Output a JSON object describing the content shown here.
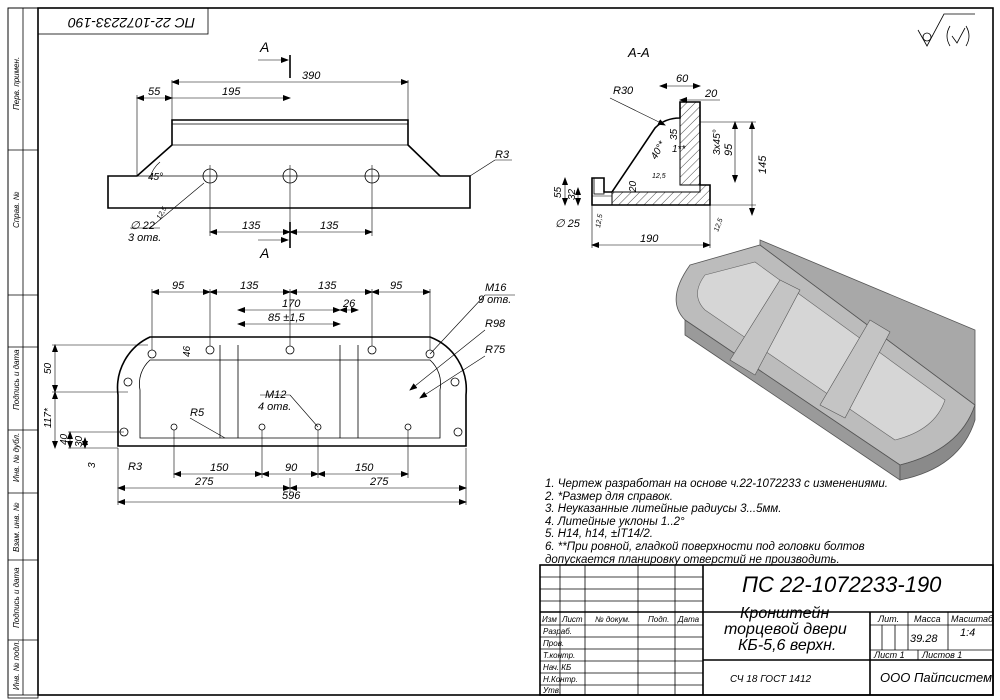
{
  "stamp_top": "ПС 22-1072233-190",
  "side_labels": [
    "Перв. примен.",
    "Справ. №",
    "Подпись и дата",
    "Инв. № дубл.",
    "Взам. инв. №",
    "Подпись и дата",
    "Инв. № подл."
  ],
  "top_view": {
    "section_marker": "A",
    "dims": {
      "overall": "390",
      "left_offset": "55",
      "to_center": "195",
      "pitch_left": "135",
      "pitch_right": "135",
      "angle": "45°",
      "fillet": "R3",
      "hole_diameter": "∅ 22",
      "hole_count": "3 отв.",
      "roughness": "12,5"
    }
  },
  "section_view": {
    "title": "A-A",
    "dims": {
      "width_top": "60",
      "width_inner": "20",
      "radius": "R30",
      "height_35": "35",
      "chamfer": "3x45°",
      "height_95": "95",
      "height_145": "145",
      "angle_40": "40°*",
      "ref_1": "1**",
      "rough_1": "12,5",
      "wall_20": "20",
      "height_55": "55",
      "height_32": "32",
      "hole_d": "∅ 25",
      "rough_2": "12,5",
      "rough_3": "12,5",
      "base_190": "190"
    }
  },
  "plan_view": {
    "dims": {
      "d95_l": "95",
      "d135_l": "135",
      "d135_r": "135",
      "d95_r": "95",
      "d170": "170",
      "d26": "26",
      "d85": "85 ±1,5",
      "d46": "46",
      "d50": "50",
      "d117": "117*",
      "d40": "40",
      "d30": "30",
      "d3": "3",
      "thread": "M16",
      "thread_count": "9 отв.",
      "r98": "R98",
      "r75": "R75",
      "r5": "R5",
      "m12": "M12",
      "m12_count": "4 отв.",
      "r3": "R3",
      "d150_l": "150",
      "d90": "90",
      "d150_r": "150",
      "d275_l": "275",
      "d275_r": "275",
      "d596": "596"
    }
  },
  "notes": [
    "1. Чертеж разработан на основе ч.22-1072233 с изменениями.",
    "2. *Размер для справок.",
    "3. Неуказанные литейные радиусы 3...5мм.",
    "4. Литейные уклоны 1..2°",
    "5. H14, h14, ±IT14/2.",
    "6. **При ровной, гладкой поверхности под головки болтов",
    "допускается планировку отверстий не производить."
  ],
  "title_block": {
    "designation": "ПС 22-1072233-190",
    "name_lines": [
      "Кронштейн",
      "торцевой двери",
      "КБ-5,6 верхн."
    ],
    "col_headers": [
      "Изм",
      "Лист",
      "№ докум.",
      "Подп.",
      "Дата"
    ],
    "roles": [
      "Разраб.",
      "Пров.",
      "Т.контр.",
      "Нач. КБ",
      "Н.Контр.",
      "Утв."
    ],
    "lit_label": "Лит.",
    "mass_label": "Масса",
    "scale_label": "Масштаб",
    "mass": "39.28",
    "scale": "1:4",
    "sheet": "Лист 1",
    "sheets": "Листов 1",
    "material": "СЧ 18 ГОСТ 1412",
    "company": "ООО Пайпсистем"
  }
}
